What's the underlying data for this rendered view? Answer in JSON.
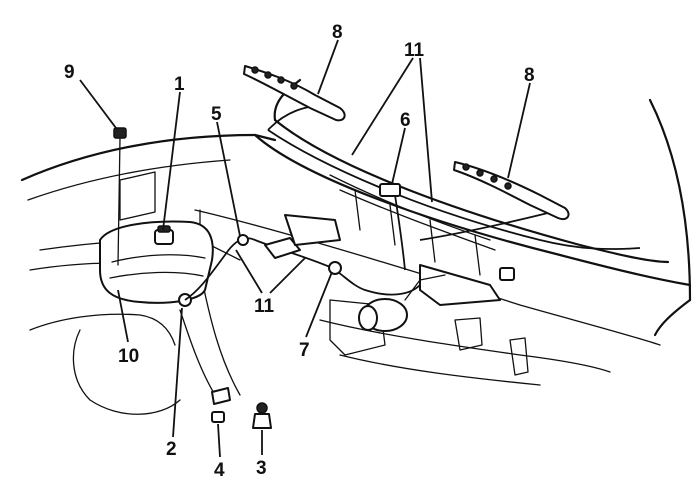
{
  "callouts": {
    "c1": "1",
    "c2": "2",
    "c3": "3",
    "c4": "4",
    "c5": "5",
    "c6": "6",
    "c7": "7",
    "c8a": "8",
    "c8b": "8",
    "c9": "9",
    "c10": "10",
    "c11a": "11",
    "c11b": "11"
  },
  "colors": {
    "ink": "#111111",
    "paper": "#ffffff"
  }
}
